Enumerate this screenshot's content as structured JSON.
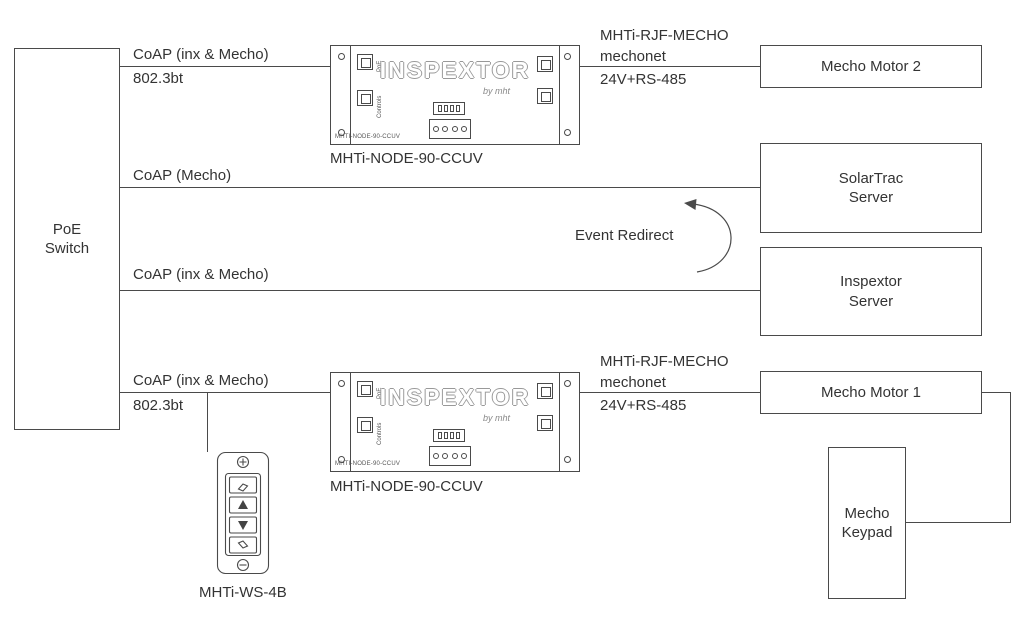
{
  "colors": {
    "line": "#4a4a4a",
    "text": "#333333",
    "background": "#ffffff"
  },
  "nodes": {
    "poe_switch": {
      "lines": [
        "PoE",
        "Switch"
      ]
    },
    "mecho_motor_2": {
      "label": "Mecho Motor 2"
    },
    "solartrac_server": {
      "lines": [
        "SolarTrac",
        "Server"
      ]
    },
    "inspextor_server": {
      "lines": [
        "Inspextor",
        "Server"
      ]
    },
    "mecho_motor_1": {
      "label": "Mecho Motor 1"
    },
    "mecho_keypad": {
      "lines": [
        "Mecho",
        "Keypad"
      ]
    },
    "node_top": {
      "caption": "MHTi-NODE-90-CCUV"
    },
    "node_bottom": {
      "caption": "MHTi-NODE-90-CCUV"
    },
    "wall_switch": {
      "caption": "MHTi-WS-4B"
    }
  },
  "connections": {
    "top_left": {
      "above": "CoAP (inx & Mecho)",
      "below": "802.3bt"
    },
    "top_right": {
      "above1": "MHTi-RJF-MECHO",
      "above2": "mechonet",
      "below": "24V+RS-485"
    },
    "mid_solartrac": {
      "above": "CoAP (Mecho)"
    },
    "mid_inspextor": {
      "above": "CoAP (inx & Mecho)"
    },
    "bottom_left": {
      "above": "CoAP (inx & Mecho)",
      "below": "802.3bt"
    },
    "bottom_right": {
      "above1": "MHTi-RJF-MECHO",
      "above2": "mechonet",
      "below": "24V+RS-485"
    },
    "event_redirect": {
      "label": "Event Redirect"
    }
  },
  "device": {
    "logo": "INSPEXTOR",
    "logo_by": "by mht",
    "port_poe": "PoE",
    "port_controls": "Controls",
    "model": "MHTI-NODE-90-CCUV"
  },
  "icons": {
    "keypad_buttons": [
      "tilt-open-icon",
      "raise-icon",
      "lower-icon",
      "tilt-close-icon"
    ],
    "keypad_screws": [
      "screw-plus-icon",
      "screw-minus-icon"
    ],
    "event_redirect_arrow": "curved-arrow-icon"
  }
}
